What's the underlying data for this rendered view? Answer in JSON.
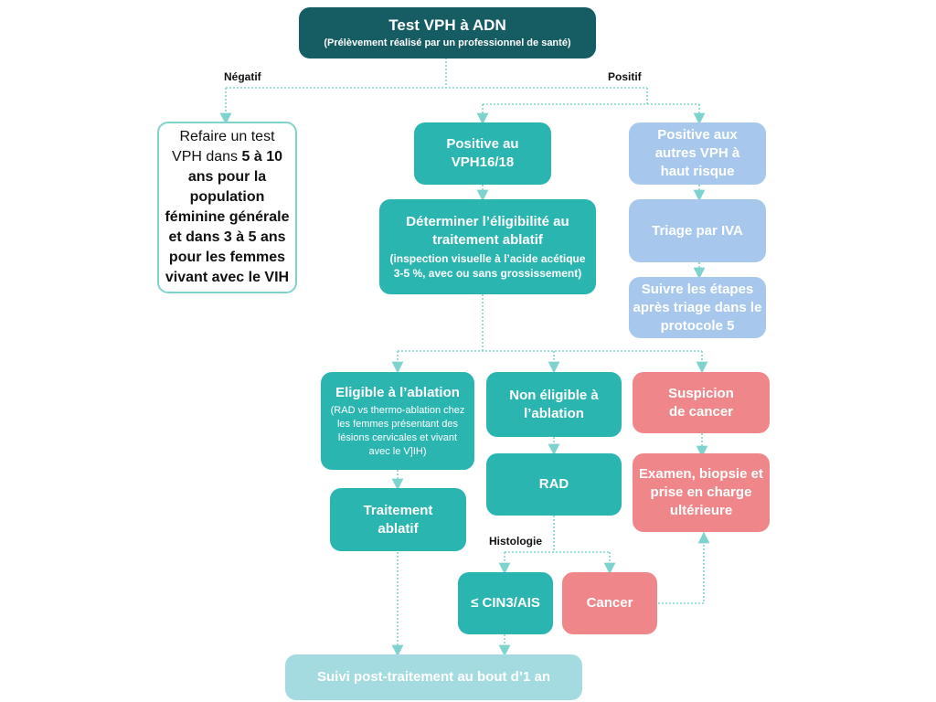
{
  "title": "Test VPH à ADN",
  "subtitle": "(Prélèvement réalisé par un professionnel de santé)",
  "labels": {
    "negatif": "Négatif",
    "positif": "Positif",
    "histologie": "Histologie"
  },
  "refaire": {
    "part1": "Refaire un test VPH dans ",
    "bold1": "5 à 10 ans pour la population féminine générale et dans 3 à 5 ans pour les femmes vivant avec le VIH"
  },
  "vph1618": "Positive au VPH16/18",
  "eligibilite": {
    "title": "Déterminer l’éligibilité au traitement ablatif",
    "detail": "(inspection visuelle à l’acide acétique 3-5 %, avec ou sans grossissement)"
  },
  "autres_vph": "Positive aux autres VPH à haut risque",
  "triage_iva": "Triage par IVA",
  "suivre_etapes": "Suivre les étapes après triage dans le protocole 5",
  "eligible": {
    "title": "Eligible à l’ablation",
    "detail": "(RAD vs thermo-ablation chez les femmes présentant des lésions cervicales et vivant avec le V]IH)"
  },
  "non_eligible": "Non éligible à l’ablation",
  "suspicion": "Suspicion de cancer",
  "traitement_ablatif": "Traitement ablatif",
  "rad": "RAD",
  "examen": "Examen, biopsie et prise en charge ultérieure",
  "cin3": "≤ CIN3/AIS",
  "cancer": "Cancer",
  "suivi": "Suivi post-traitement au bout d’1 an",
  "colors": {
    "dark": "#155c63",
    "teal": "#2bb5b0",
    "blue": "#a7c8ec",
    "pink": "#ef878a",
    "light": "#a4dbe0",
    "connector": "#7fd3cf"
  }
}
